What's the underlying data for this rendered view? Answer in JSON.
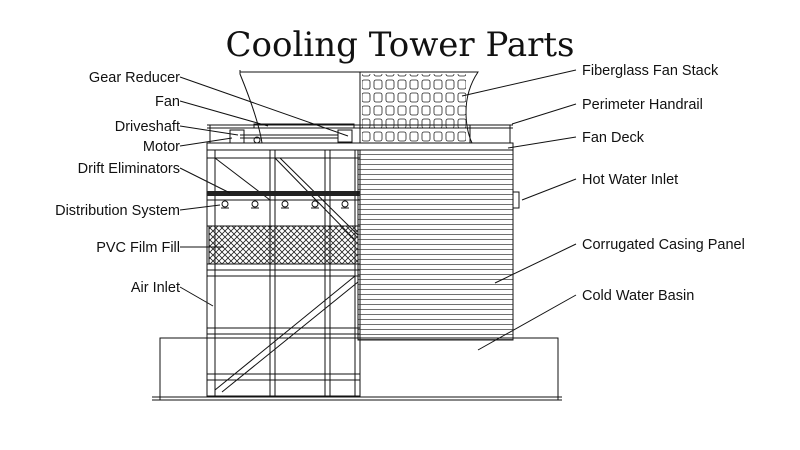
{
  "title": "Cooling Tower Parts",
  "labels_left": {
    "gear_reducer": "Gear Reducer",
    "fan": "Fan",
    "driveshaft": "Driveshaft",
    "motor": "Motor",
    "drift_eliminators": "Drift Eliminators",
    "distribution_system": "Distribution System",
    "pvc_film_fill": "PVC Film Fill",
    "air_inlet": "Air Inlet"
  },
  "labels_right": {
    "fiberglass_fan_stack": "Fiberglass Fan Stack",
    "perimeter_handrail": "Perimeter Handrail",
    "fan_deck": "Fan Deck",
    "hot_water_inlet": "Hot Water Inlet",
    "corrugated_casing_panel": "Corrugated Casing Panel",
    "cold_water_basin": "Cold Water Basin"
  }
}
